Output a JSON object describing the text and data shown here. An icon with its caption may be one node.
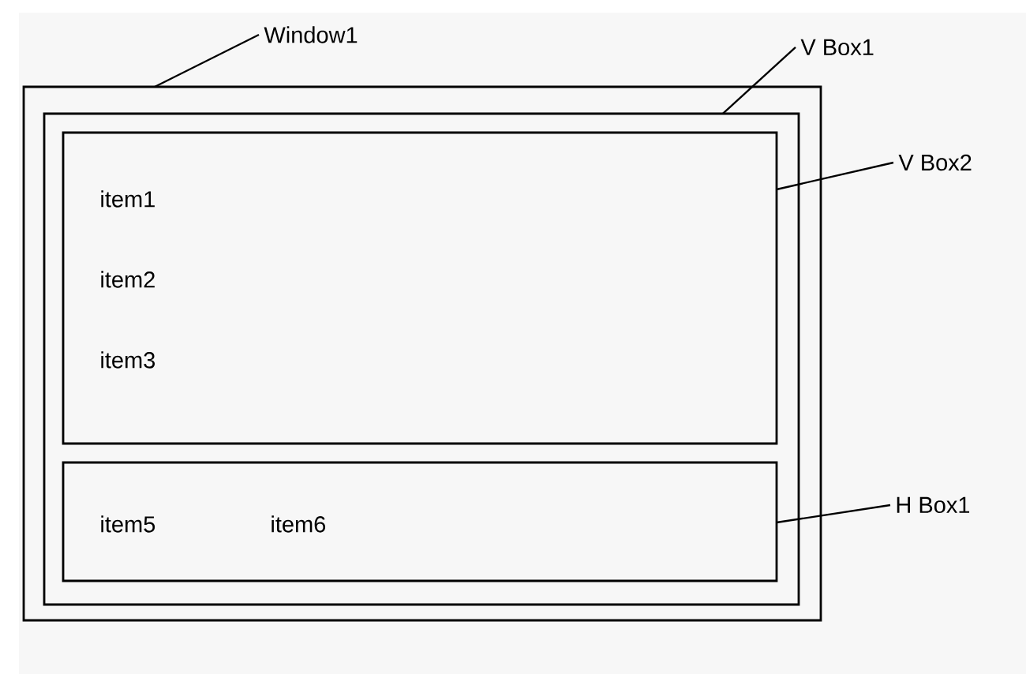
{
  "diagram": {
    "nodes": [
      {
        "text": [],
        "shape": "box"
      },
      {
        "text": [],
        "shape": "box",
        "in": 0
      },
      {
        "text": [],
        "shape": "box",
        "in": 1
      },
      {
        "text": [],
        "shape": "box",
        "in": 1
      },
      {
        "text": [
          "Window1"
        ]
      },
      {
        "text": [
          "V Box1"
        ]
      },
      {
        "text": [
          "V Box2"
        ]
      },
      {
        "text": [
          "H Box1"
        ]
      }
    ],
    "edges": [
      {
        "from": 4,
        "to": 0,
        "arrow": "none"
      },
      {
        "from": 5,
        "to": 1,
        "arrow": "none"
      },
      {
        "from": 6,
        "to": 2,
        "arrow": "none"
      },
      {
        "from": 7,
        "to": 3,
        "arrow": "none"
      }
    ],
    "labels": [
      "item1",
      "item2",
      "item3",
      "item5",
      "item6"
    ]
  }
}
